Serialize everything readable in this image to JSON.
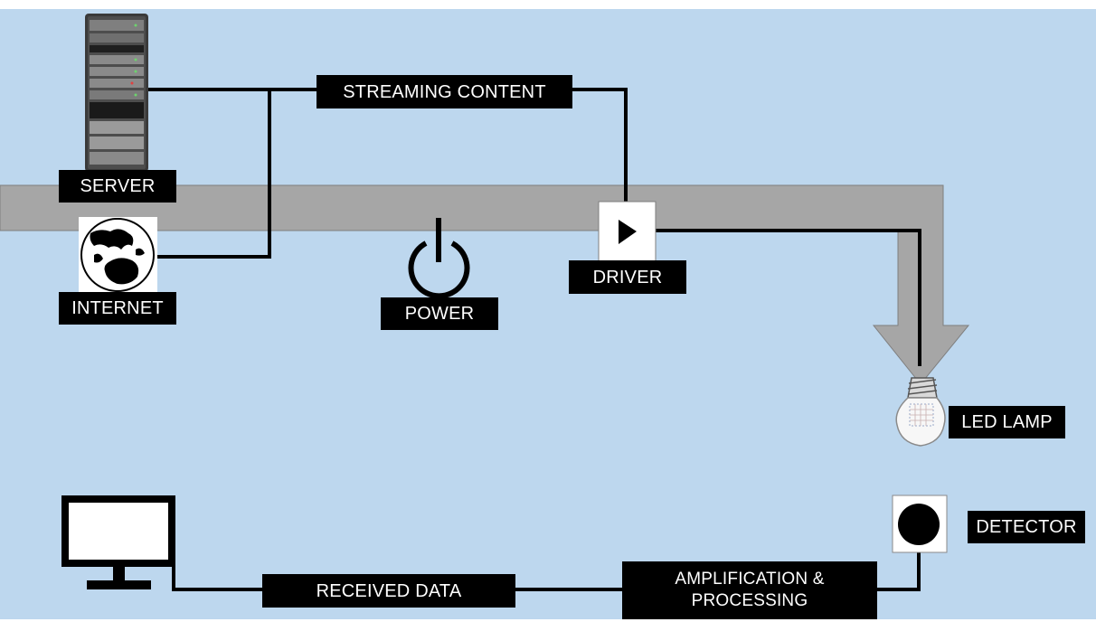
{
  "labels": {
    "server": "SERVER",
    "internet": "INTERNET",
    "streaming": "STREAMING CONTENT",
    "power": "POWER",
    "driver": "DRIVER",
    "led_lamp": "LED LAMP",
    "detector": "DETECTOR",
    "received_data": "RECEIVED DATA",
    "amplification_line1": "AMPLIFICATION &",
    "amplification_line2": "PROCESSING"
  },
  "icons": {
    "server": "server-rack-icon",
    "internet": "globe-icon",
    "power": "power-icon",
    "driver": "driver-triangle-icon",
    "led_lamp": "light-bulb-icon",
    "detector": "detector-sensor-icon",
    "monitor": "monitor-icon"
  },
  "colors": {
    "background": "#bdd7ee",
    "power_band": "#a6a6a6",
    "line": "#000000",
    "label_bg": "#000000",
    "label_text": "#ffffff"
  }
}
